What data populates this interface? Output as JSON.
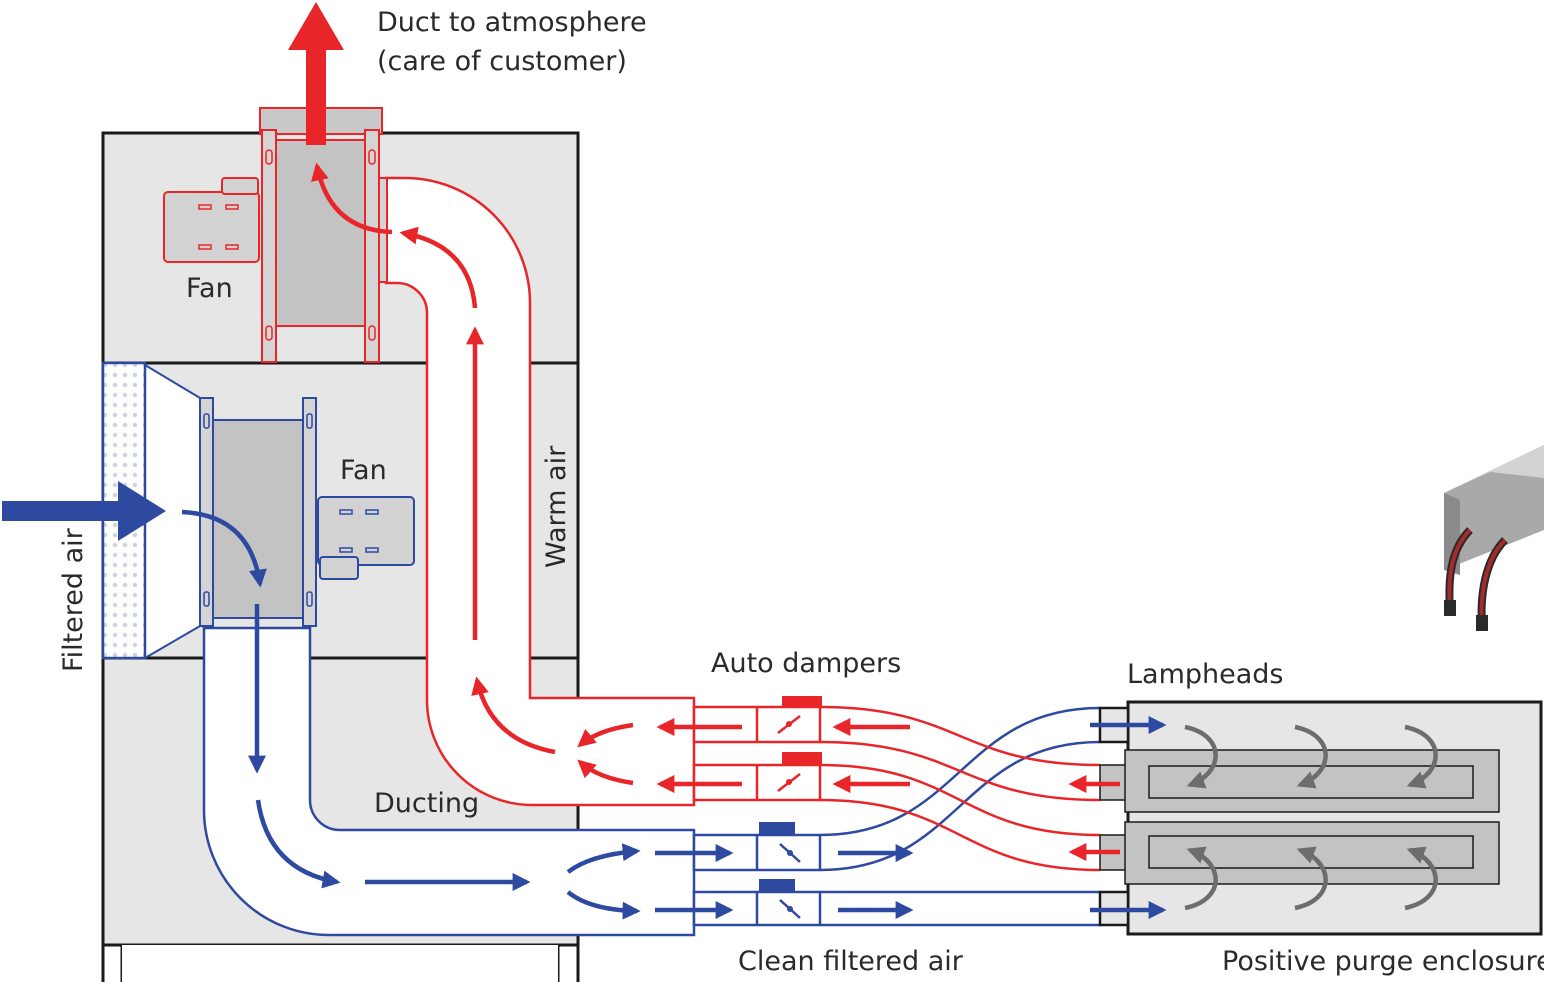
{
  "labels": {
    "duct_line1": "Duct to atmosphere",
    "duct_line2": "(care of customer)",
    "fan_top": "Fan",
    "fan_mid": "Fan",
    "warm_air": "Warm air",
    "filtered_air": "Filtered air",
    "ducting": "Ducting",
    "auto_dampers": "Auto dampers",
    "lampheads": "Lampheads",
    "clean_filtered_air": "Clean filtered air",
    "positive_purge": "Positive purge enclosure"
  },
  "colors": {
    "warm": "#e8262a",
    "cool": "#2e4aa0",
    "cabinet_fill": "#e6e6e6",
    "component_gray": "#c3c3c3",
    "outline": "#1a1a1a",
    "purge_arrow": "#6d6d6d"
  }
}
